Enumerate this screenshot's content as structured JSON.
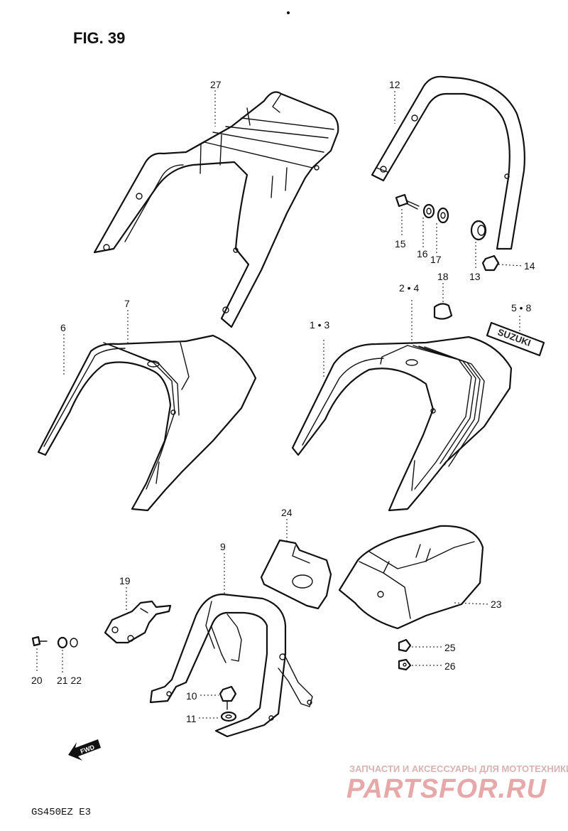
{
  "figure": {
    "title": "FIG. 39",
    "model": "GS450EZ  E3",
    "fwd_label": "FWD"
  },
  "callouts": {
    "c27": "27",
    "c12": "12",
    "c15": "15",
    "c16": "16",
    "c17": "17",
    "c13": "13",
    "c14": "14",
    "c18": "18",
    "c24a": "2 • 4",
    "c13b": "1 • 3",
    "c58": "5 • 8",
    "c6": "6",
    "c7": "7",
    "c24": "24",
    "c9": "9",
    "c19": "19",
    "c23": "23",
    "c25": "25",
    "c26": "26",
    "c20": "20",
    "c2122": "21 22",
    "c10": "10",
    "c11": "11"
  },
  "emblem": {
    "text": "SUZUKI"
  },
  "watermark": {
    "line1": "ЗАПЧАСТИ И АКСЕССУАРЫ ДЛЯ МОТОТЕХНИКИ",
    "line2": "PARTSFOR.RU",
    "color": "#e6a8a8"
  }
}
